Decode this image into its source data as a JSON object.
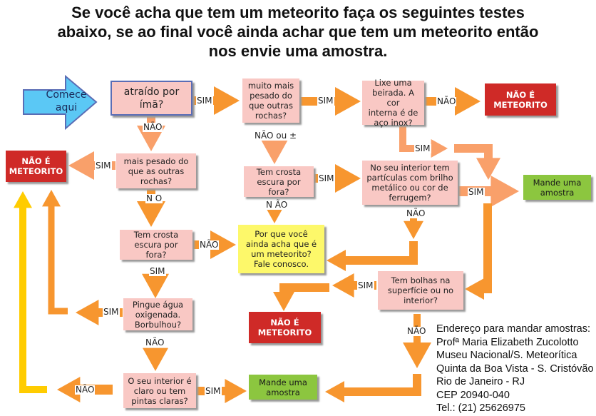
{
  "title": {
    "lines": [
      "Se você acha que tem um meteorito faça os seguintes testes",
      "abaixo, se ao final você ainda achar que tem um meteorito então",
      "nos envie uma amostra."
    ]
  },
  "start": "Comece\naqui",
  "nodes": {
    "magnet": "atraído por\nímã?",
    "much_heavier": "muito mais\npesado do\nque outras\nrochas?",
    "file_edge": "Lixe uma\nbeirada. A cor\ninterna é de\naço inox?",
    "not_meteorite_top": "NÃO É\nMETEORITO",
    "heavier": "mais pesado do\nque as outras\nrochas?",
    "not_meteorite_left": "NÃO É\nMETEORITO",
    "crust_mid": "Tem crosta\nescura por\nfora?",
    "metal_particles": "No seu interior tem\npartículas com brilho\nmetálico ou cor de\nferrugem?",
    "send_sample_right": "Mande uma\namostra",
    "crust_left": "Tem crosta\nescura por\nfora?",
    "why": "Por que você\nainda acha que é\num meteorito?\nFale conosco.",
    "bubbles": "Tem bolhas na\nsuperfície ou no\ninterior?",
    "not_meteorite_mid": "NÃO É\nMETEORITO",
    "peroxide": "Pingue água\noxigenada.\nBorbulhou?",
    "light_interior": "O seu interior é\nclaro ou tem\npintas claras?",
    "send_sample_bottom": "Mande uma\namostra"
  },
  "labels": {
    "magnet_yes": "SIM",
    "magnet_no": "NÃO",
    "much_heavier_yes": "SIM",
    "much_heavier_no": "NÃO ou ±",
    "file_edge_no": "NÃO",
    "file_edge_yes": "SIM",
    "heavier_yes": "SIM",
    "heavier_no": "N O",
    "crust_mid_yes": "SIM",
    "crust_mid_no": "N ÃO",
    "metal_yes": "SIM",
    "metal_no": "NÃO",
    "crust_left_no": "NÃO",
    "crust_left_yes": "SIM",
    "bubbles_yes": "SIM",
    "bubbles_no": "NÃO",
    "peroxide_yes": "SIM",
    "peroxide_no": "NÃO",
    "light_no": "NÃO",
    "light_yes": "SIM"
  },
  "address": {
    "lines": [
      "Endereço para mandar amostras:",
      "Profª Maria Elizabeth Zucolotto",
      "Museu Nacional/S. Meteorítica",
      "Quinta da Boa Vista - S. Cristóvão",
      "Rio de Janeiro - RJ",
      "CEP 20940-040",
      "Tel.: (21) 25626975"
    ]
  },
  "colors": {
    "arrow": "#f7962f",
    "arrow_light": "#f9a06a",
    "yellow_line": "#ffcc00",
    "start_arrow": "#5bc8f5",
    "question": "#f9c8c4",
    "not_meteorite": "#cf2a27",
    "send_sample": "#8cc63f",
    "why": "#fdf86a"
  }
}
